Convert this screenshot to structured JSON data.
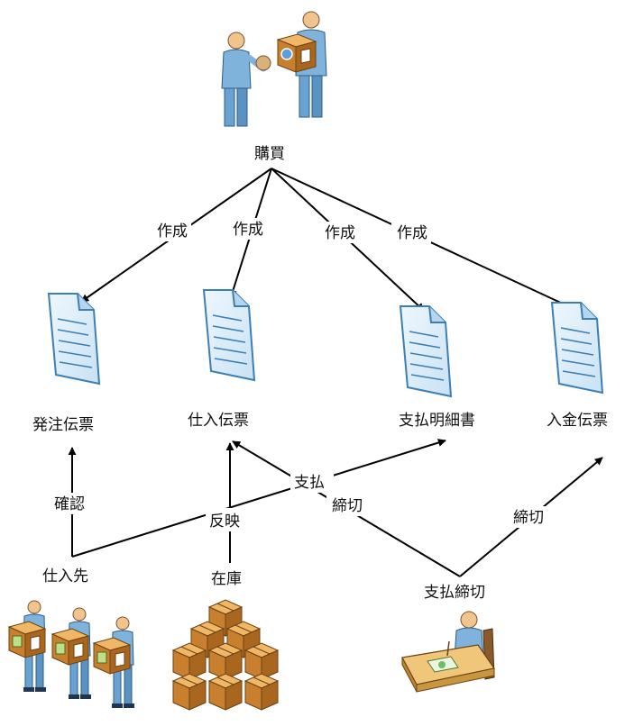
{
  "nodes": {
    "purchase": "購買",
    "purchase_order": "発注伝票",
    "purchase_slip": "仕入伝票",
    "payment_statement": "支払明細書",
    "deposit_slip": "入金伝票",
    "supplier": "仕入先",
    "inventory": "在庫",
    "payment_closing": "支払締切"
  },
  "edges": {
    "create_1": "作成",
    "create_2": "作成",
    "create_3": "作成",
    "create_4": "作成",
    "confirm": "確認",
    "reflect": "反映",
    "payment": "支払",
    "closing_1": "締切",
    "closing_2": "締切"
  },
  "icons": {
    "purchase": "handshake-people-icon",
    "document": "document-icon",
    "supplier": "delivery-workers-icon",
    "inventory": "stacked-boxes-icon",
    "payment_closing": "desk-worker-icon"
  },
  "colors": {
    "doc_fill": "#dff0fb",
    "doc_stroke": "#3c7fb5",
    "box": "#d08a3a",
    "person_shirt": "#7fb3dc",
    "skin": "#f2c48d"
  }
}
